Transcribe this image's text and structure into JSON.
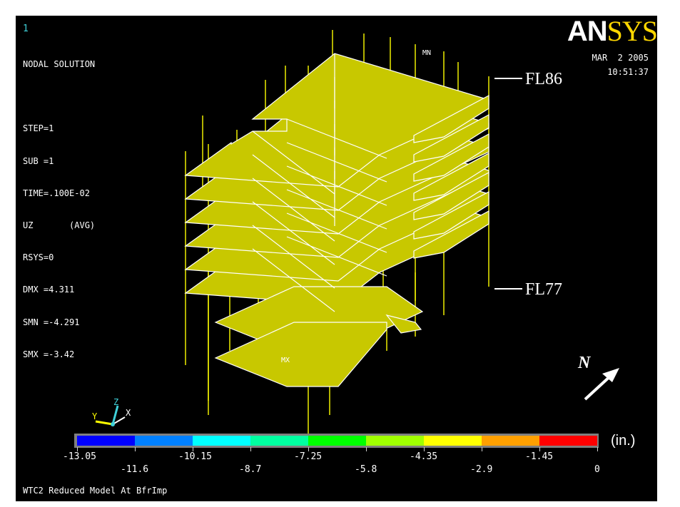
{
  "window_number": "1",
  "brand": {
    "logo_left": "AN",
    "logo_right": "SYS"
  },
  "legend": [
    "NODAL SOLUTION",
    "",
    "STEP=1",
    "SUB =1",
    "TIME=.100E-02",
    "UZ       (AVG)",
    "RSYS=0",
    "DMX =4.311",
    "SMN =-4.291",
    "SMX =-3.42"
  ],
  "date": "MAR  2 2005",
  "time": "10:51:37",
  "annotations": {
    "fl_top": "FL86",
    "fl_bottom": "FL77",
    "north": "N"
  },
  "markers": {
    "mn": "MN",
    "mx": "MX"
  },
  "triad": {
    "x": "X",
    "y": "Y",
    "z": "Z"
  },
  "colorbar": {
    "colors": [
      "#0000ff",
      "#0080ff",
      "#00ffff",
      "#00ffa0",
      "#00ff00",
      "#a0ff00",
      "#ffff00",
      "#ffa000",
      "#ff0000"
    ],
    "labels_upper": [
      "-13.05",
      "-10.15",
      "-7.25",
      "-4.35",
      "-1.45"
    ],
    "labels_lower": [
      "-11.6",
      "-8.7",
      "-5.8",
      "-2.9",
      "0"
    ],
    "units": "(in.)"
  },
  "caption": "WTC2 Reduced Model At BfrImp",
  "colors": {
    "slab_fill": "#c8c800",
    "slab_edge": "#ffffff",
    "column": "#ffff00",
    "background": "#000000"
  }
}
